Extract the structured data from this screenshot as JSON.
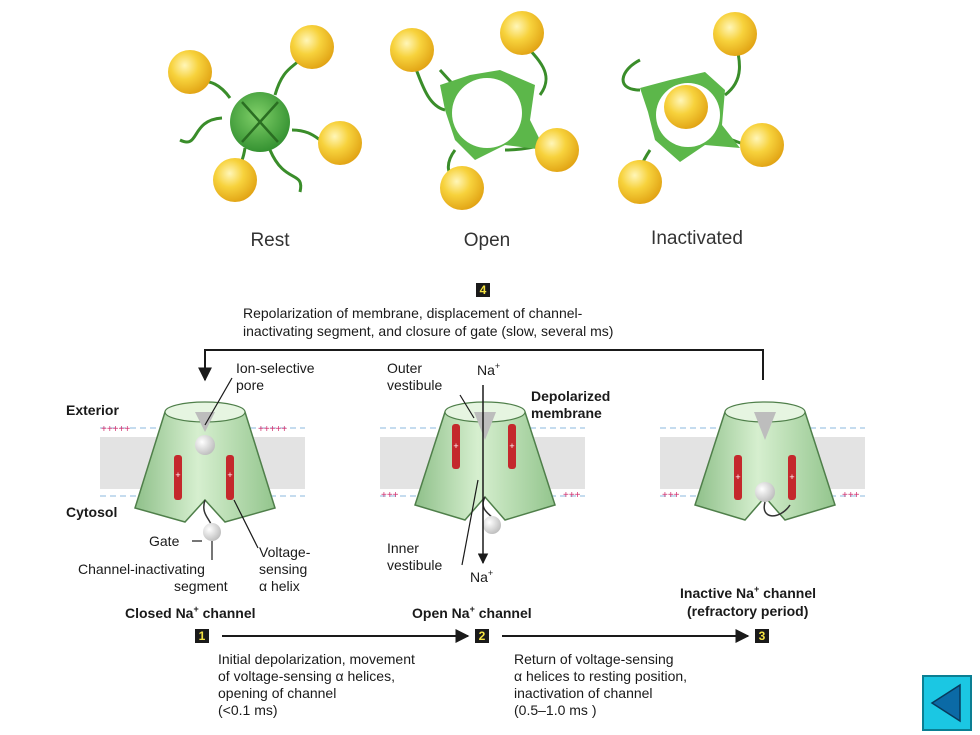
{
  "states": {
    "rest": "Rest",
    "open": "Open",
    "inactivated": "Inactivated"
  },
  "labels": {
    "exterior": "Exterior",
    "cytosol": "Cytosol",
    "ion_selective_1": "Ion-selective",
    "ion_selective_2": "pore",
    "gate": "Gate",
    "chan_inact_1": "Channel-inactivating",
    "chan_inact_2": "segment",
    "voltage_1": "Voltage-",
    "voltage_2": "sensing",
    "voltage_3": "α helix",
    "outer_1": "Outer",
    "outer_2": "vestibule",
    "inner_1": "Inner",
    "inner_2": "vestibule",
    "depol_1": "Depolarized",
    "depol_2": "membrane",
    "na_top": "Na",
    "na_bottom": "Na",
    "charge": "+",
    "plus_left": "+++++",
    "plus_mid": "+++",
    "plus_right": "+++"
  },
  "channels": {
    "closed_1": "Closed Na",
    "closed_2": " channel",
    "open_1": "Open Na",
    "open_2": " channel",
    "inactive_1": "Inactive Na",
    "inactive_2": " channel",
    "inactive_3": "(refractory period)"
  },
  "steps": {
    "s1": {
      "num": "1",
      "lines": [
        "Initial depolarization, movement",
        "of voltage-sensing α helices,",
        "opening of channel",
        "(<0.1 ms)"
      ]
    },
    "s2": {
      "num": "2"
    },
    "s3": {
      "num": "3",
      "lines": [
        "Return of voltage-sensing",
        "α helices to resting position,",
        "inactivation of channel",
        "(0.5–1.0 ms )"
      ]
    },
    "s4": {
      "num": "4",
      "lines": [
        "Repolarization of membrane, displacement of channel-",
        "inactivating segment, and closure of gate (slow, several ms)"
      ]
    }
  },
  "nav": {
    "back_button_icon": "left-triangle-icon"
  },
  "colors": {
    "channel_green": "#b9e0b0",
    "ball_yellow": "#f4c531",
    "helix_red": "#c4282c",
    "membrane_gray": "#e3e3e3",
    "nav_cyan": "#1bc7e3"
  }
}
